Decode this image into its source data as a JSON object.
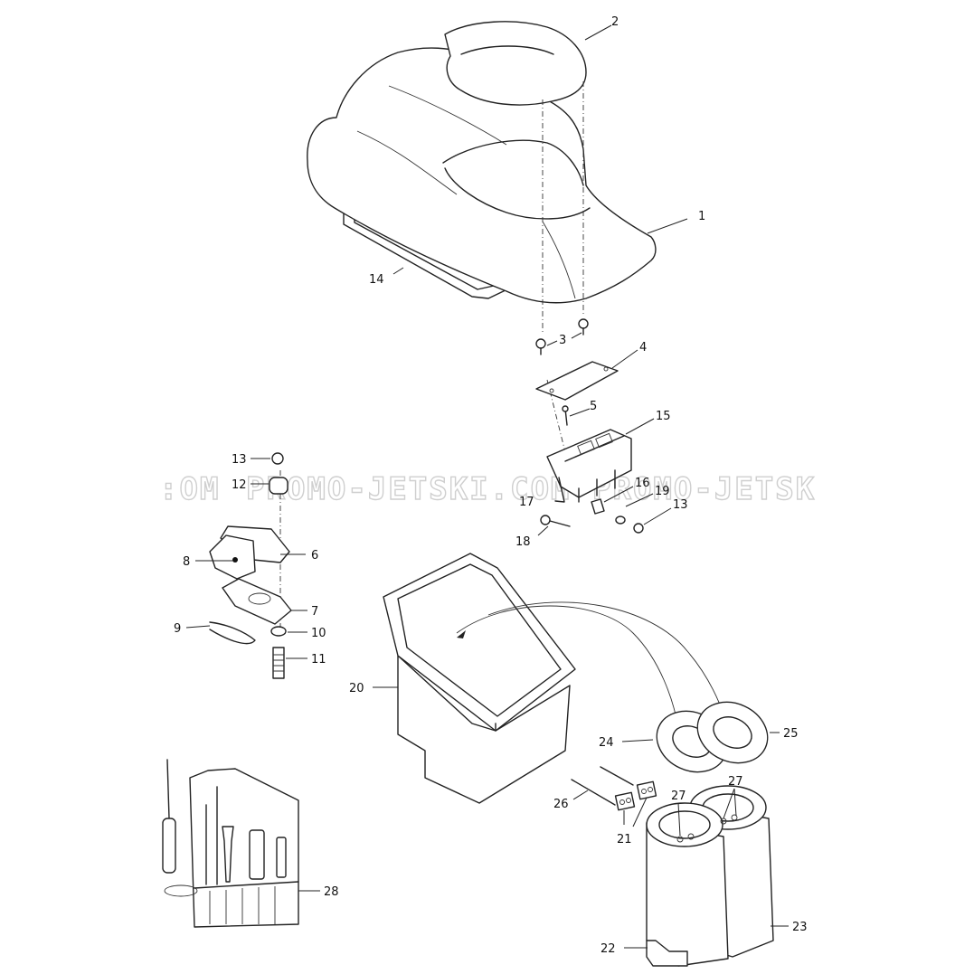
{
  "watermark": {
    "left": ":OM",
    "center": "PROMO-JETSKI.COM",
    "right": "PROMO-JETSK"
  },
  "callouts": {
    "c1": "1",
    "c2": "2",
    "c3": "3",
    "c4": "4",
    "c5": "5",
    "c6": "6",
    "c7": "7",
    "c8": "8",
    "c9": "9",
    "c10": "10",
    "c11": "11",
    "c12": "12",
    "c13a": "13",
    "c13b": "13",
    "c14": "14",
    "c15": "15",
    "c16": "16",
    "c17": "17",
    "c18": "18",
    "c19": "19",
    "c20": "20",
    "c21": "21",
    "c22": "22",
    "c23": "23",
    "c24": "24",
    "c25": "25",
    "c26": "26",
    "c27a": "27",
    "c27b": "27",
    "c28": "28"
  }
}
